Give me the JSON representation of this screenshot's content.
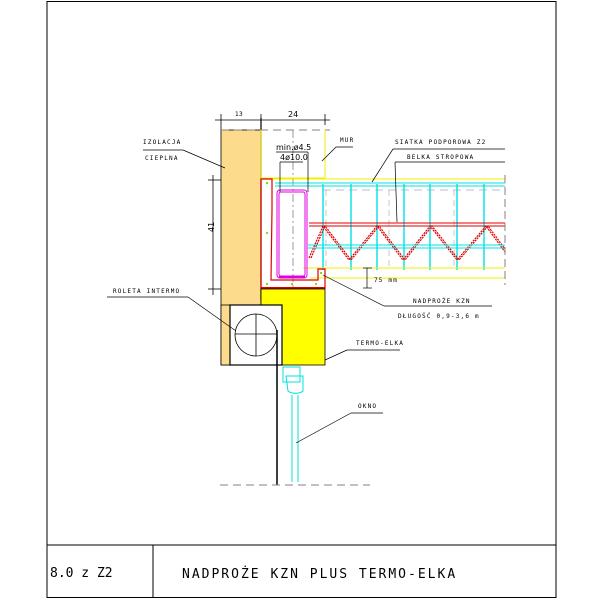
{
  "drawing": {
    "title": "NADPROŻE KZN PLUS  TERMO-ELKA",
    "sheet_code": "8.0 z Z2"
  },
  "dimensions": {
    "insulation_width": "13",
    "wall_width": "24",
    "lintel_height": "41",
    "gap": "75 mm",
    "rebar_min": "min.ø4.5",
    "rebar_main": "4ø10.0"
  },
  "labels": {
    "izolacja": "IZOLACJA",
    "cieplna": "CIEPLNA",
    "mur": "MUR",
    "siatka": "SIATKA PODPOROWA  Z2",
    "belka": "BELKA STROPOWA",
    "roleta": "ROLETA INTERMO",
    "nadproze": "NADPROŻE  KZN",
    "dlugosc": "DŁUGOŚĆ 0,9-3,6 m",
    "termo_elka": "TERMO-ELKA",
    "okno": "OKNO"
  },
  "colors": {
    "insulation": "#fcdc8c",
    "termo_elka": "#ffff00",
    "lintel": "#e00000",
    "rebar": "#e000e0",
    "slab": "#00e0e0",
    "wall_outline": "#f0f000",
    "hidden_line": "#8c7c84"
  }
}
